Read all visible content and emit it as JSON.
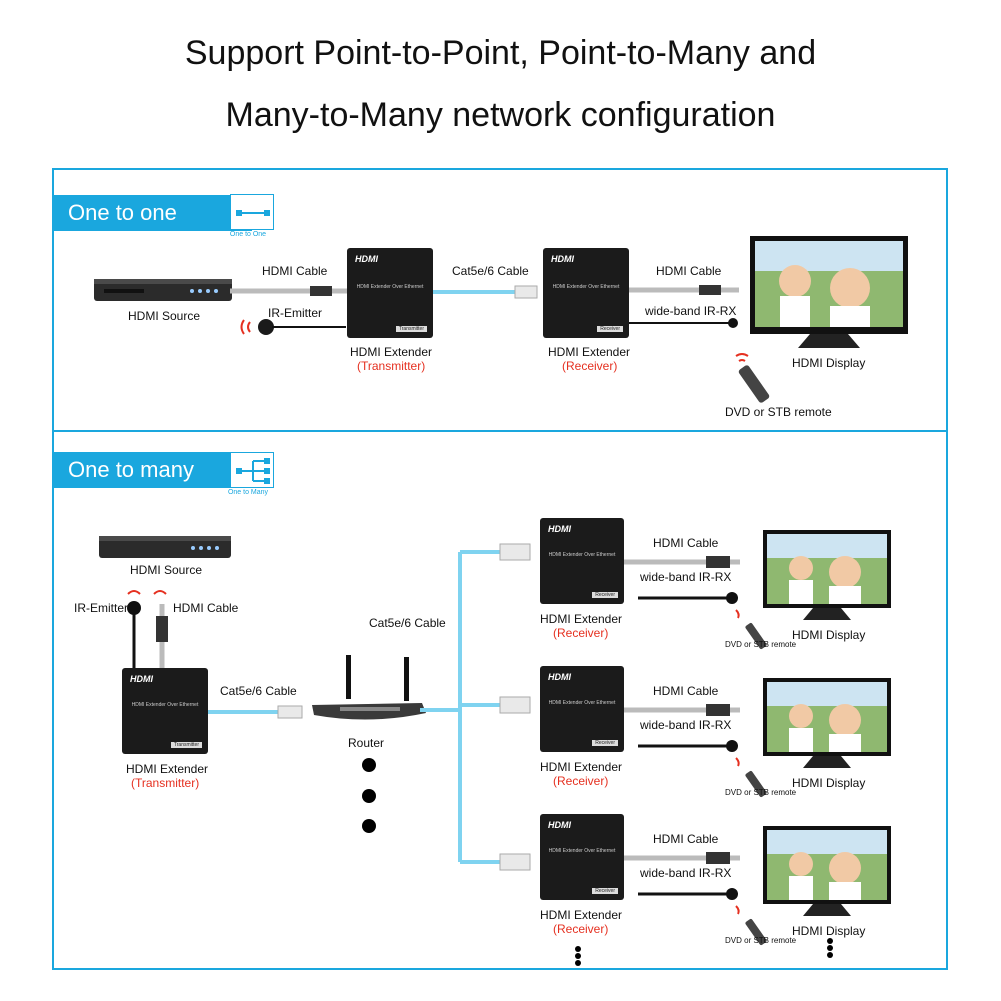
{
  "heading": {
    "line1": "Support Point-to-Point, Point-to-Many and",
    "line2": "Many-to-Many network configuration"
  },
  "one_to_one": {
    "banner": "One to one",
    "topology_caption": "One to One",
    "source_label": "HDMI Source",
    "hdmi_cable_1": "HDMI Cable",
    "ir_emitter": "IR-Emitter",
    "cat_cable": "Cat5e/6 Cable",
    "hdmi_cable_2": "HDMI Cable",
    "wideband": "wide-band IR-RX",
    "tx_title": "HDMI Extender",
    "tx_role": "(Transmitter)",
    "rx_title": "HDMI Extender",
    "rx_role": "(Receiver)",
    "display": "HDMI Display",
    "remote": "DVD or STB remote",
    "box_logo": "HDMI",
    "box_text": "HDMI Extender Over Ethernet",
    "tx_tag": "Transmitter",
    "rx_tag": "Receiver"
  },
  "one_to_many": {
    "banner": "One to many",
    "topology_caption": "One to Many",
    "source_label": "HDMI Source",
    "ir_emitter": "IR-Emitter",
    "hdmi_cable": "HDMI Cable",
    "cat_cable_1": "Cat5e/6 Cable",
    "cat_cable_2": "Cat5e/6 Cable",
    "router": "Router",
    "tx_title": "HDMI Extender",
    "tx_role": "(Transmitter)",
    "box_logo": "HDMI",
    "box_text": "HDMI Extender Over Ethernet",
    "tx_tag": "Transmitter",
    "rx_tag": "Receiver",
    "receivers": [
      {
        "hdmi_cable": "HDMI Cable",
        "wideband": "wide-band IR-RX",
        "title": "HDMI Extender",
        "role": "(Receiver)",
        "display": "HDMI Display",
        "remote": "DVD or STB remote"
      },
      {
        "hdmi_cable": "HDMI Cable",
        "wideband": "wide-band IR-RX",
        "title": "HDMI Extender",
        "role": "(Receiver)",
        "display": "HDMI Display",
        "remote": "DVD or STB remote"
      },
      {
        "hdmi_cable": "HDMI Cable",
        "wideband": "wide-band IR-RX",
        "title": "HDMI Extender",
        "role": "(Receiver)",
        "display": "HDMI Display",
        "remote": "DVD or STB remote"
      }
    ]
  },
  "colors": {
    "accent": "#1aa7de",
    "role_text": "#e53020",
    "device": "#1b1b1b",
    "cat_cable": "#7fd3f0"
  }
}
